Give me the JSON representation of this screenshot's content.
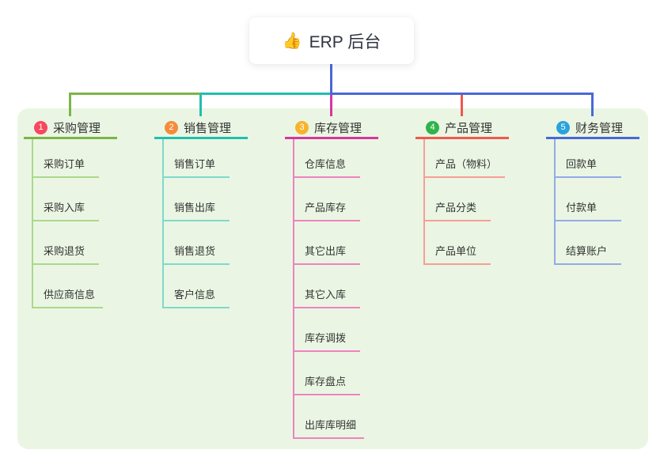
{
  "root_node": {
    "icon": "👍",
    "label": "ERP 后台"
  },
  "canvas": {
    "background": "#ffffff",
    "panel_background": "#eaf6e3"
  },
  "connector": {
    "trunk_color": "#4a68d8"
  },
  "branches": [
    {
      "number": "1",
      "label": "采购管理",
      "badge_color": "#f8485e",
      "line_color": "#7ab648",
      "sub_line_color": "#abd88c",
      "items": [
        "采购订单",
        "采购入库",
        "采购退货",
        "供应商信息"
      ]
    },
    {
      "number": "2",
      "label": "销售管理",
      "badge_color": "#f68b3c",
      "line_color": "#20bfae",
      "sub_line_color": "#7fd9cb",
      "items": [
        "销售订单",
        "销售出库",
        "销售退货",
        "客户信息"
      ]
    },
    {
      "number": "3",
      "label": "库存管理",
      "badge_color": "#f7b32b",
      "line_color": "#d8369f",
      "sub_line_color": "#ee82bf",
      "items": [
        "仓库信息",
        "产品库存",
        "其它出库",
        "其它入库",
        "库存调拨",
        "库存盘点",
        "出库库明细"
      ]
    },
    {
      "number": "4",
      "label": "产品管理",
      "badge_color": "#2fb34a",
      "line_color": "#f2574f",
      "sub_line_color": "#f79d97",
      "items": [
        "产品（物料）",
        "产品分类",
        "产品单位"
      ]
    },
    {
      "number": "5",
      "label": "财务管理",
      "badge_color": "#29a3dc",
      "line_color": "#4a68d8",
      "sub_line_color": "#94aae8",
      "items": [
        "回款单",
        "付款单",
        "结算账户"
      ]
    }
  ]
}
